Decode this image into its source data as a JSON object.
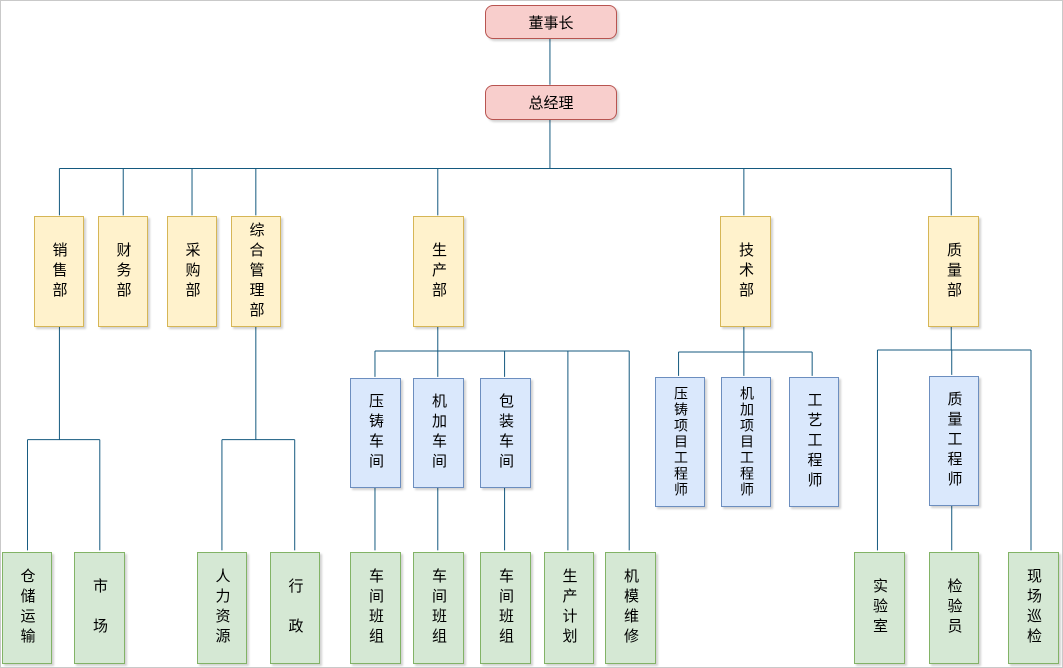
{
  "diagram": {
    "type": "org-chart",
    "palette": {
      "pink_fill": "#f8cecc",
      "pink_stroke": "#b85450",
      "yellow_fill": "#fff2cc",
      "yellow_stroke": "#d6b656",
      "blue_fill": "#dae8fc",
      "blue_stroke": "#6c8ebf",
      "green_fill": "#d5e8d4",
      "green_stroke": "#82b366",
      "line_color": "#14597f",
      "canvas_border": "#c9c9c9",
      "background": "#ffffff"
    },
    "nodes": [
      {
        "id": "chairman",
        "label": "董事长",
        "palette": "pink",
        "parent": null
      },
      {
        "id": "general-manager",
        "label": "总经理",
        "palette": "pink",
        "parent": "chairman"
      },
      {
        "id": "sales-dept",
        "label": "销售部",
        "palette": "yellow",
        "parent": "general-manager"
      },
      {
        "id": "finance-dept",
        "label": "财务部",
        "palette": "yellow",
        "parent": "general-manager"
      },
      {
        "id": "purchasing-dept",
        "label": "采购部",
        "palette": "yellow",
        "parent": "general-manager"
      },
      {
        "id": "general-management-dept",
        "label": "综合管理部",
        "palette": "yellow",
        "parent": "general-manager"
      },
      {
        "id": "production-dept",
        "label": "生产部",
        "palette": "yellow",
        "parent": "general-manager"
      },
      {
        "id": "technology-dept",
        "label": "技术部",
        "palette": "yellow",
        "parent": "general-manager"
      },
      {
        "id": "quality-dept",
        "label": "质量部",
        "palette": "yellow",
        "parent": "general-manager"
      },
      {
        "id": "diecasting-workshop",
        "label": "压铸车间",
        "palette": "blue",
        "parent": "production-dept"
      },
      {
        "id": "machining-workshop",
        "label": "机加车间",
        "palette": "blue",
        "parent": "production-dept"
      },
      {
        "id": "packaging-workshop",
        "label": "包装车间",
        "palette": "blue",
        "parent": "production-dept"
      },
      {
        "id": "diecasting-project-engineer",
        "label": "压铸项目工程师",
        "palette": "blue",
        "parent": "technology-dept"
      },
      {
        "id": "machining-project-engineer",
        "label": "机加项目工程师",
        "palette": "blue",
        "parent": "technology-dept"
      },
      {
        "id": "process-engineer",
        "label": "工艺工程师",
        "palette": "blue",
        "parent": "technology-dept"
      },
      {
        "id": "quality-engineer",
        "label": "质量工程师",
        "palette": "blue",
        "parent": "quality-dept"
      },
      {
        "id": "warehouse-logistics",
        "label": "仓储运输",
        "palette": "green",
        "parent": "sales-dept"
      },
      {
        "id": "market",
        "label": "市　场",
        "palette": "green",
        "parent": "sales-dept"
      },
      {
        "id": "human-resources",
        "label": "人力资源",
        "palette": "green",
        "parent": "general-management-dept"
      },
      {
        "id": "administration",
        "label": "行　政",
        "palette": "green",
        "parent": "general-management-dept"
      },
      {
        "id": "workshop-team-1",
        "label": "车间班组",
        "palette": "green",
        "parent": "diecasting-workshop"
      },
      {
        "id": "workshop-team-2",
        "label": "车间班组",
        "palette": "green",
        "parent": "machining-workshop"
      },
      {
        "id": "workshop-team-3",
        "label": "车间班组",
        "palette": "green",
        "parent": "packaging-workshop"
      },
      {
        "id": "production-planning",
        "label": "生产计划",
        "palette": "green",
        "parent": "production-dept"
      },
      {
        "id": "mold-maintenance",
        "label": "机模维修",
        "palette": "green",
        "parent": "production-dept"
      },
      {
        "id": "laboratory",
        "label": "实验室",
        "palette": "green",
        "parent": "quality-dept"
      },
      {
        "id": "inspector",
        "label": "检验员",
        "palette": "green",
        "parent": "quality-engineer"
      },
      {
        "id": "onsite-patrol-inspection",
        "label": "现场巡检",
        "palette": "green",
        "parent": "quality-dept"
      }
    ]
  }
}
